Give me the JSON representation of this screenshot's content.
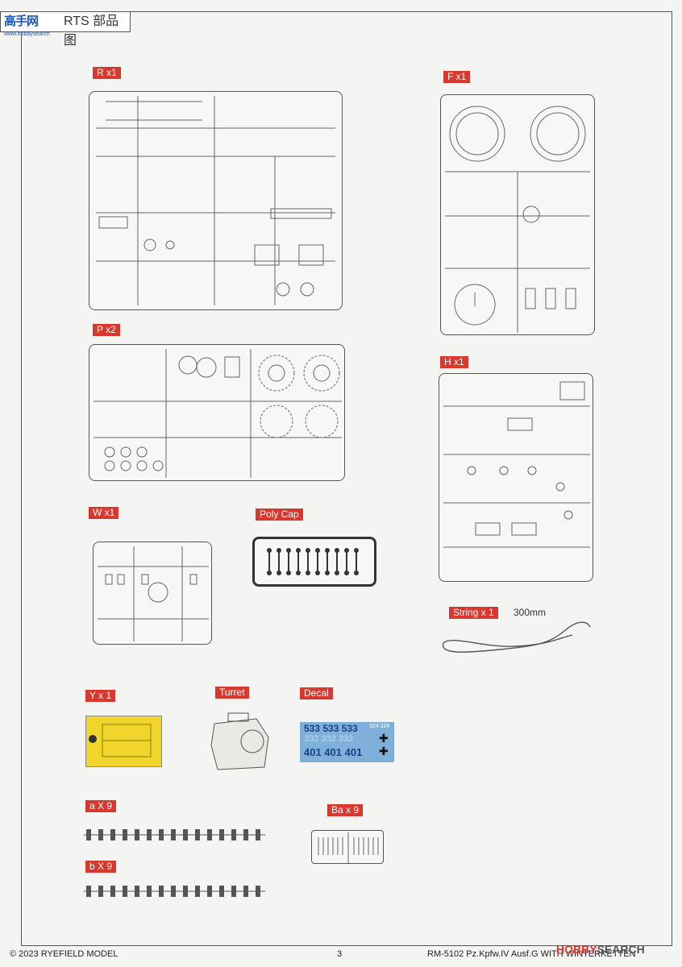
{
  "header": {
    "logo_text": "高手网",
    "logo_sub": "www.hobbysearch",
    "title": "RTS  部品图"
  },
  "sprues": {
    "R": {
      "label": "R x1"
    },
    "F": {
      "label": "F x1"
    },
    "P": {
      "label": "P x2"
    },
    "H": {
      "label": "H x1"
    },
    "W": {
      "label": "W x1"
    },
    "poly": {
      "label": "Poly Cap"
    },
    "string": {
      "label_a": "String",
      "label_b": "x 1",
      "length": "300mm"
    },
    "Y": {
      "label": "Y x 1"
    },
    "turret": {
      "label": "Turret"
    },
    "decal": {
      "label": "Decal",
      "row1": "533 533 533",
      "row2": "332 332 332",
      "row3": "401 401 401",
      "extra": "324 324"
    },
    "a": {
      "label": "a X 9"
    },
    "b": {
      "label": "b X 9"
    },
    "Ba": {
      "label": "Ba x 9"
    }
  },
  "footer": {
    "copyright": "© 2023 RYEFIELD MODEL",
    "page": "3",
    "model": "RM-5102 Pz.Kpfw.IV Ausf.G WITH WINTERKETTEN"
  },
  "watermark": {
    "a": "HOBBY",
    "b": "SEARCH"
  }
}
